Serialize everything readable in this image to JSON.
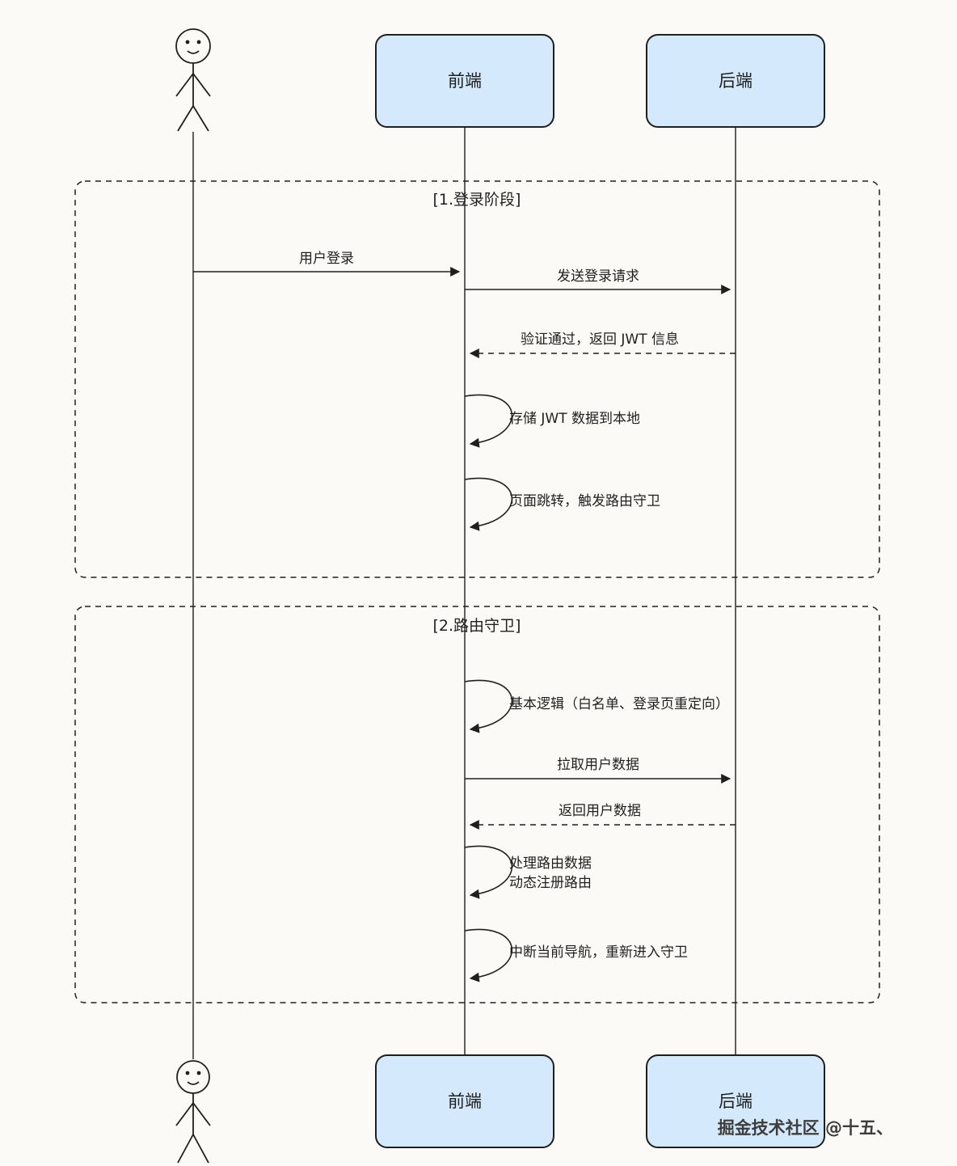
{
  "diagram": {
    "participants": {
      "frontend": "前端",
      "backend": "后端"
    },
    "phases": {
      "phase1": "[1.登录阶段]",
      "phase2": "[2.路由守卫]"
    },
    "messages": {
      "user_login": "用户登录",
      "send_login_request": "发送登录请求",
      "return_jwt": "验证通过，返回 JWT 信息",
      "store_jwt": "存储 JWT 数据到本地",
      "page_redirect": "页面跳转，触发路由守卫",
      "basic_logic": "基本逻辑（白名单、登录页重定向）",
      "fetch_user_data": "拉取用户数据",
      "return_user_data": "返回用户数据",
      "process_routes_line1": "处理路由数据",
      "process_routes_line2": "动态注册路由",
      "interrupt_navigation": "中断当前导航，重新进入守卫"
    },
    "watermark": "掘金技术社区 @十五、",
    "colors": {
      "participant_fill": "#d4e9fb",
      "stroke": "#1f1f1f",
      "background": "#fbfaf7"
    }
  }
}
